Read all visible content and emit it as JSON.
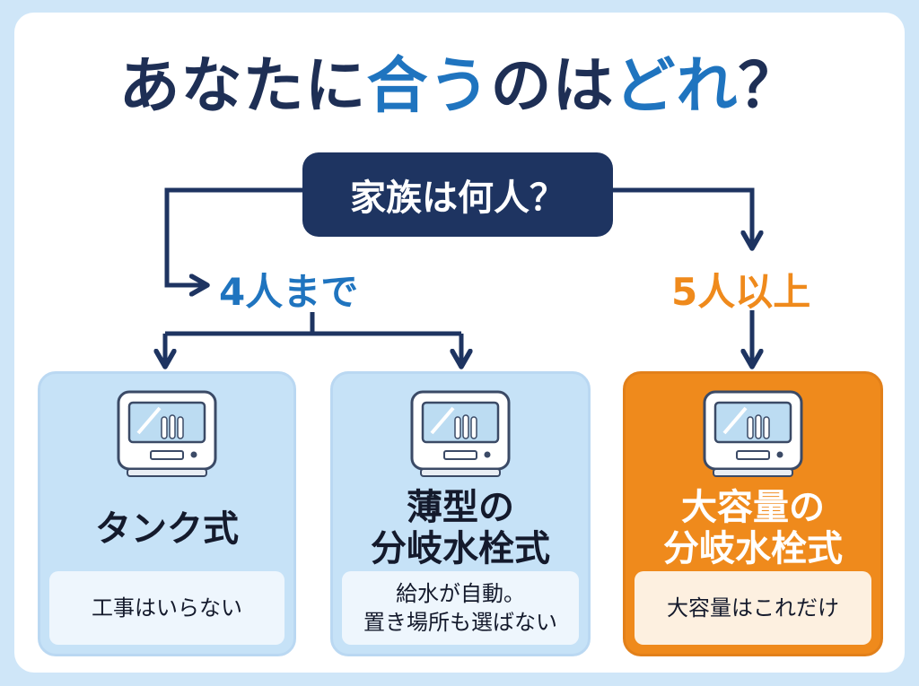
{
  "title": {
    "part1": "あなたに",
    "part2": "合う",
    "part3": "のは",
    "part4": "どれ",
    "part5": "？"
  },
  "question": "家族は何人？",
  "branches": {
    "left": "4人まで",
    "right": "5人以上"
  },
  "cards": [
    {
      "name_lines": [
        "タンク式"
      ],
      "desc_lines": [
        "工事はいらない"
      ],
      "icon": "dishwasher-icon"
    },
    {
      "name_lines": [
        "薄型の",
        "分岐水栓式"
      ],
      "desc_lines": [
        "給水が自動。",
        "置き場所も選ばない"
      ],
      "icon": "dishwasher-icon"
    },
    {
      "name_lines": [
        "大容量の",
        "分岐水栓式"
      ],
      "desc_lines": [
        "大容量はこれだけ"
      ],
      "icon": "dishwasher-icon"
    }
  ],
  "colors": {
    "navy": "#1e3461",
    "blue_accent": "#1f74bf",
    "orange_accent": "#ef8a1c",
    "card_blue": "#c6e2f7"
  }
}
